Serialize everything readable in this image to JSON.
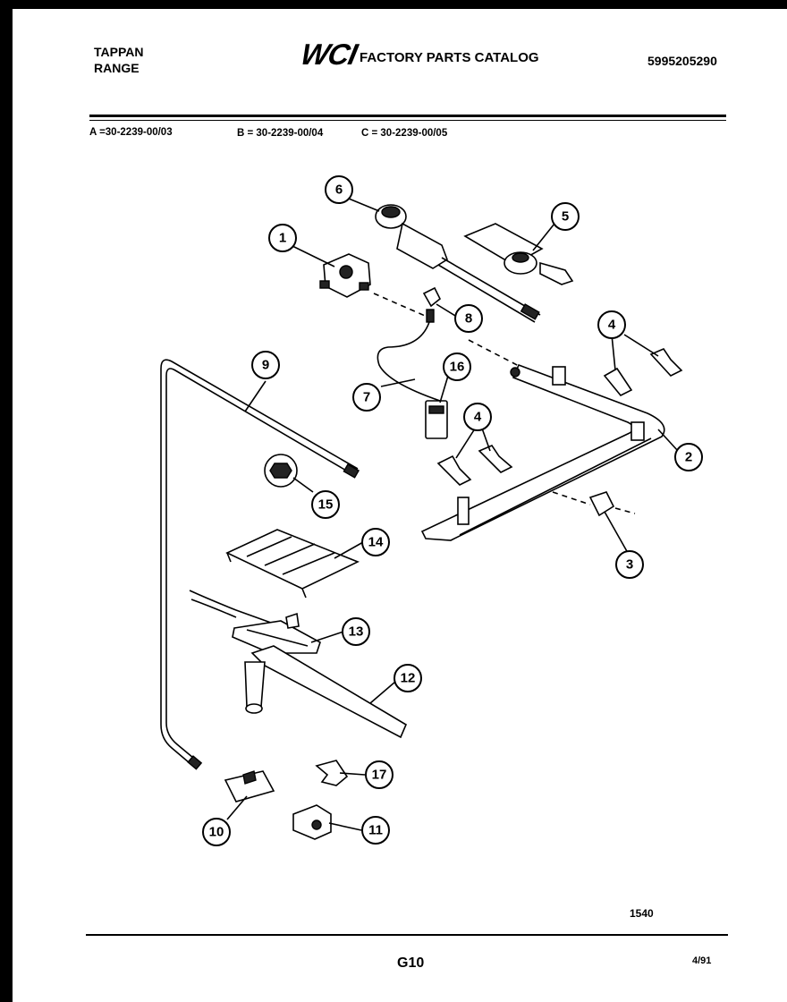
{
  "header": {
    "brand_line1": "TAPPAN",
    "brand_line2": "RANGE",
    "logo_text": "WCI",
    "catalog_title": "FACTORY PARTS CATALOG",
    "catalog_number": "5995205290"
  },
  "models": {
    "a": "A =30-2239-00/03",
    "b": "B = 30-2239-00/04",
    "c": "C = 30-2239-00/05"
  },
  "callouts": [
    "1",
    "2",
    "3",
    "4",
    "4",
    "5",
    "6",
    "7",
    "8",
    "9",
    "10",
    "11",
    "12",
    "13",
    "14",
    "15",
    "16",
    "17"
  ],
  "footer": {
    "figure_code": "1540",
    "page_code": "G10",
    "date": "4/91"
  }
}
